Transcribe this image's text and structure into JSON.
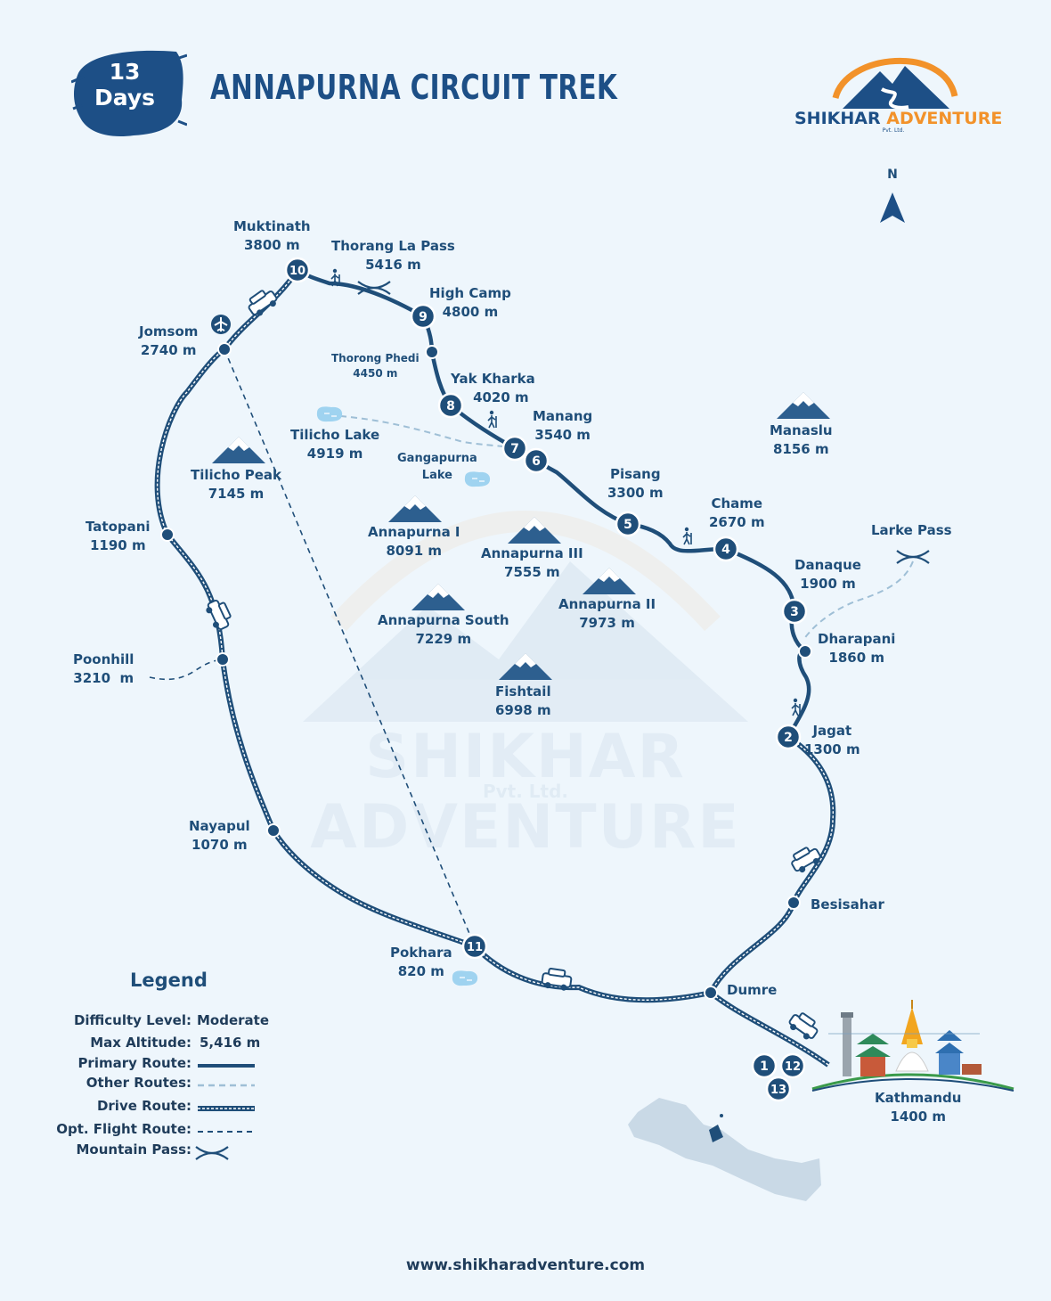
{
  "header": {
    "days_number": "13",
    "days_label": "Days",
    "title": "ANNAPURNA CIRCUIT TREK"
  },
  "logo": {
    "name_part1": "SHIKHAR",
    "name_part2": "ADVENTURE",
    "sub": "Pvt. Ltd."
  },
  "compass": {
    "label": "N"
  },
  "places": {
    "muktinath": {
      "name": "Muktinath",
      "alt": "3800 m"
    },
    "thorong_la": {
      "name": "Thorang La Pass",
      "alt": "5416 m"
    },
    "high_camp": {
      "name": "High Camp",
      "alt": "4800 m"
    },
    "thorong_phedi": {
      "name": "Thorong Phedi",
      "alt": "4450 m"
    },
    "yak_kharka": {
      "name": "Yak Kharka",
      "alt": "4020 m"
    },
    "manang": {
      "name": "Manang",
      "alt": "3540 m"
    },
    "pisang": {
      "name": "Pisang",
      "alt": "3300 m"
    },
    "chame": {
      "name": "Chame",
      "alt": "2670 m"
    },
    "danaque": {
      "name": "Danaque",
      "alt": "1900 m"
    },
    "dharapani": {
      "name": "Dharapani",
      "alt": "1860 m"
    },
    "jagat": {
      "name": "Jagat",
      "alt": "1300 m"
    },
    "besisahar": {
      "name": "Besisahar"
    },
    "dumre": {
      "name": "Dumre"
    },
    "kathmandu": {
      "name": "Kathmandu",
      "alt": "1400 m"
    },
    "pokhara": {
      "name": "Pokhara",
      "alt": "820 m"
    },
    "nayapul": {
      "name": "Nayapul",
      "alt": "1070 m"
    },
    "poonhill": {
      "name": "Poonhill",
      "alt": "3210  m"
    },
    "tatopani": {
      "name": "Tatopani",
      "alt": "1190 m"
    },
    "jomsom": {
      "name": "Jomsom",
      "alt": "2740 m"
    },
    "larke_pass": {
      "name": "Larke Pass"
    },
    "tilicho_lake": {
      "name": "Tilicho Lake",
      "alt": "4919 m"
    },
    "gangapurna_lake": {
      "name_line1": "Gangapurna",
      "name_line2": "Lake"
    }
  },
  "peaks": {
    "manaslu": {
      "name": "Manaslu",
      "alt": "8156 m"
    },
    "tilicho_peak": {
      "name": "Tilicho Peak",
      "alt": "7145 m"
    },
    "annapurna_1": {
      "name": "Annapurna I",
      "alt": "8091 m"
    },
    "annapurna_3": {
      "name": "Annapurna III",
      "alt": "7555 m"
    },
    "annapurna_2": {
      "name": "Annapurna II",
      "alt": "7973 m"
    },
    "annapurna_south": {
      "name": "Annapurna South",
      "alt": "7229 m"
    },
    "fishtail": {
      "name": "Fishtail",
      "alt": "6998 m"
    }
  },
  "day_markers": [
    "1",
    "2",
    "3",
    "4",
    "5",
    "6",
    "7",
    "8",
    "9",
    "10",
    "11",
    "12",
    "13"
  ],
  "legend": {
    "title": "Legend",
    "difficulty_key": "Difficulty Level:",
    "difficulty_val": "Moderate",
    "altitude_key": "Max Altitude:",
    "altitude_val": "5,416 m",
    "primary_key": "Primary Route:",
    "other_key": "Other Routes:",
    "drive_key": "Drive Route:",
    "flight_key": "Opt. Flight Route:",
    "pass_key": "Mountain Pass:"
  },
  "watermark": {
    "main": "SHIKHAR ADVENTURE",
    "sub": "Pvt. Ltd."
  },
  "footer": {
    "url": "www.shikharadventure.com"
  },
  "colors": {
    "route": "#1f4e79",
    "other_route": "#9fbfd6",
    "background": "#eef6fc",
    "accent_orange": "#f2922a",
    "lake": "#9fd3f0"
  }
}
